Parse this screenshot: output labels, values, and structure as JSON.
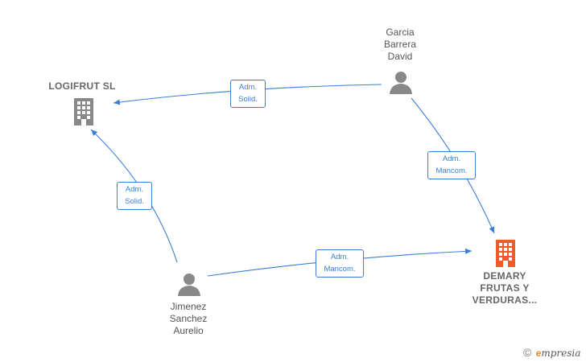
{
  "nodes": {
    "logifrut": {
      "name": "LOGIFRUT  SL",
      "type": "company",
      "color": "#888888"
    },
    "demary": {
      "name_lines": [
        "DEMARY",
        "FRUTAS Y",
        "VERDURAS..."
      ],
      "type": "company",
      "color": "#f05a28"
    },
    "garcia": {
      "name_lines": [
        "Garcia",
        "Barrera",
        "David"
      ],
      "type": "person",
      "color": "#888888"
    },
    "jimenez": {
      "name_lines": [
        "Jimenez",
        "Sanchez",
        "Aurelio"
      ],
      "type": "person",
      "color": "#888888"
    }
  },
  "edges": [
    {
      "from": "Garcia Barrera David",
      "to": "LOGIFRUT SL",
      "label_lines": [
        "Adm.",
        "Solid."
      ]
    },
    {
      "from": "Garcia Barrera David",
      "to": "DEMARY FRUTAS Y VERDURAS...",
      "label_lines": [
        "Adm.",
        "Mancom."
      ]
    },
    {
      "from": "Jimenez Sanchez Aurelio",
      "to": "LOGIFRUT SL",
      "label_lines": [
        "Adm.",
        "Solid."
      ]
    },
    {
      "from": "Jimenez Sanchez Aurelio",
      "to": "DEMARY FRUTAS Y VERDURAS...",
      "label_lines": [
        "Adm.",
        "Mancom."
      ]
    }
  ],
  "colors": {
    "edge": "#3a7fd4",
    "text": "#555555",
    "brand_orange": "#f08a24"
  },
  "brand": {
    "copyright": "©",
    "e": "e",
    "rest": "mpresia"
  }
}
